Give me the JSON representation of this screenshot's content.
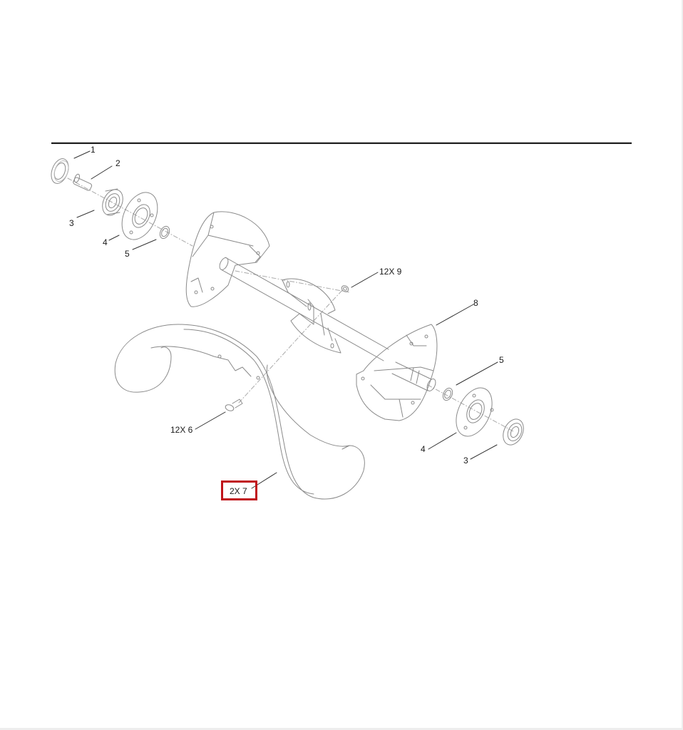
{
  "diagram": {
    "type": "exploded parts diagram",
    "subject": "auger / impeller shaft assembly",
    "colors": {
      "line": "#8a8a8a",
      "text": "#1a1a1a",
      "highlight": "#c0141b",
      "rule": "#222222"
    },
    "callouts": [
      {
        "id": "c1",
        "label": "1",
        "part": "seal"
      },
      {
        "id": "c2",
        "label": "2",
        "part": "shaft pin"
      },
      {
        "id": "c3a",
        "label": "3",
        "part": "bearing"
      },
      {
        "id": "c4a",
        "label": "4",
        "part": "bearing flange"
      },
      {
        "id": "c5a",
        "label": "5",
        "part": "retaining ring"
      },
      {
        "id": "c9",
        "label": "12X 9",
        "part": "nut"
      },
      {
        "id": "c8",
        "label": "8",
        "part": "end plate / housing"
      },
      {
        "id": "c5b",
        "label": "5",
        "part": "retaining ring"
      },
      {
        "id": "c6",
        "label": "12X 6",
        "part": "carriage bolt"
      },
      {
        "id": "c4b",
        "label": "4",
        "part": "bearing flange"
      },
      {
        "id": "c3b",
        "label": "3",
        "part": "bearing"
      },
      {
        "id": "c7",
        "label": "2X 7",
        "part": "auger blade",
        "highlighted": true
      }
    ]
  }
}
